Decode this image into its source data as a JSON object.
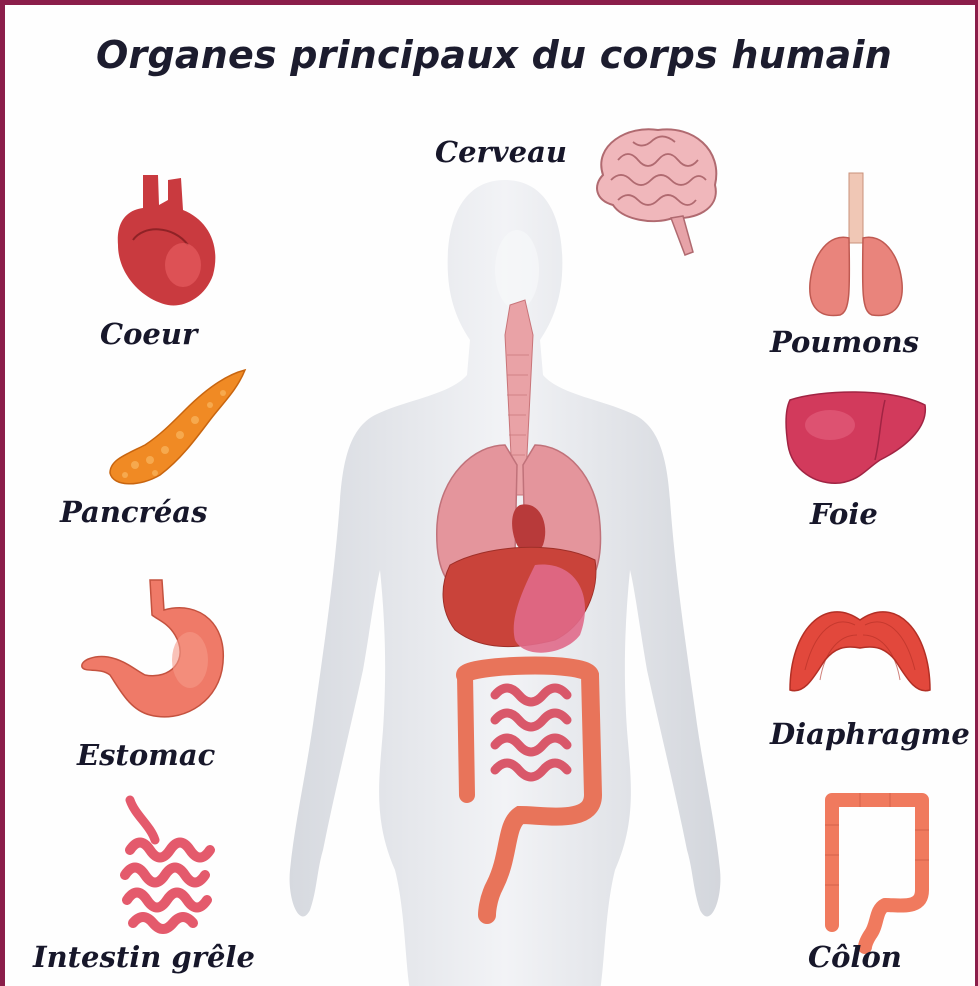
{
  "title": "Organes principaux du corps humain",
  "labels": {
    "brain": "Cerveau",
    "heart": "Coeur",
    "lungs": "Poumons",
    "pancreas": "Pancréas",
    "liver": "Foie",
    "stomach": "Estomac",
    "diaphragm": "Diaphragme",
    "small_intestine": "Intestin grêle",
    "colon": "Côlon"
  },
  "colors": {
    "frame": "#8b1e4a",
    "text": "#17172a",
    "body": "#e9ebef",
    "organ_red": "#d9534f",
    "organ_pink": "#e88f98",
    "pancreas": "#f08a24"
  }
}
